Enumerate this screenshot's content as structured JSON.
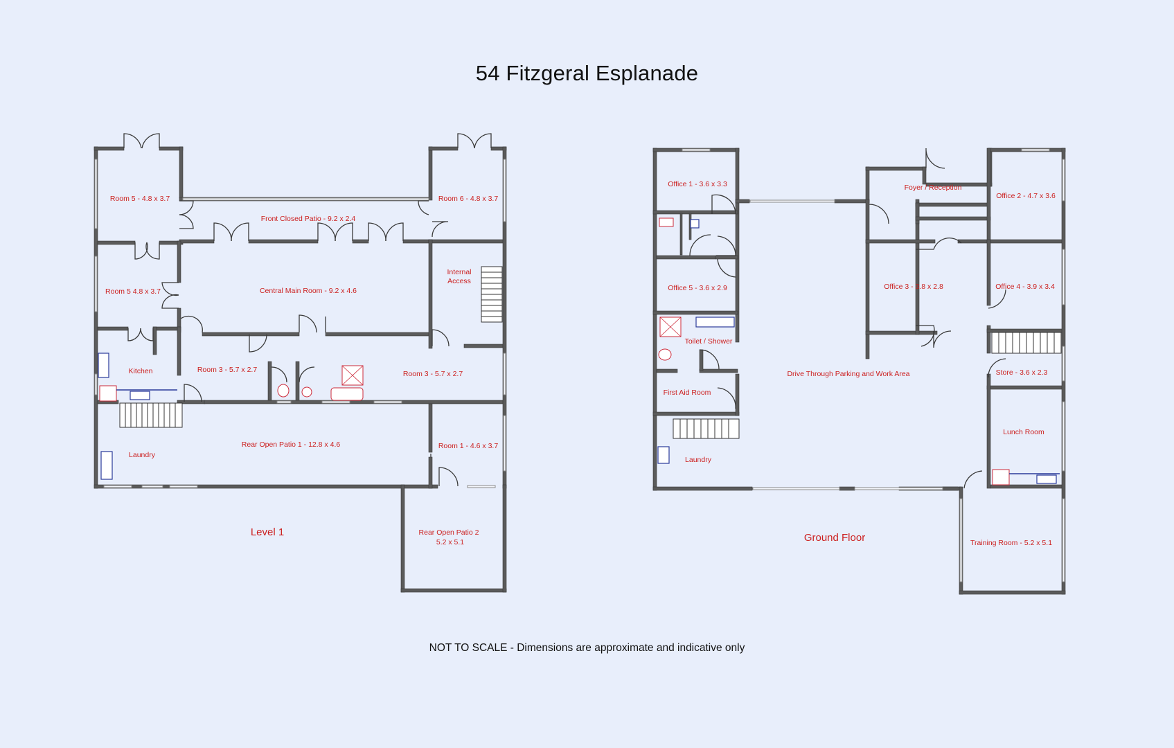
{
  "title": "54 Fitzgeral Esplanade",
  "disclaimer": "NOT TO SCALE - Dimensions are approximate and indicative only",
  "floors": [
    {
      "name": "Level 1",
      "rooms": [
        {
          "id": "room5a",
          "lines": [
            "Room 5 - 4.8 x 3.7"
          ]
        },
        {
          "id": "room6",
          "lines": [
            "Room 6 - 4.8 x 3.7"
          ]
        },
        {
          "id": "front-closed-patio",
          "lines": [
            "Front Closed Patio - 9.2 x 2.4"
          ]
        },
        {
          "id": "room5b",
          "lines": [
            "Room 5 4.8 x 3.7"
          ]
        },
        {
          "id": "central-main-room",
          "lines": [
            "Central Main Room - 9.2 x 4.6"
          ]
        },
        {
          "id": "internal-access",
          "lines": [
            "Internal",
            "Access"
          ]
        },
        {
          "id": "kitchen",
          "lines": [
            "Kitchen"
          ]
        },
        {
          "id": "room3a",
          "lines": [
            "Room 3 - 5.7 x 2.7"
          ]
        },
        {
          "id": "room3b",
          "lines": [
            "Room 3 - 5.7 x 2.7"
          ]
        },
        {
          "id": "laundry-l1",
          "lines": [
            "Laundry"
          ]
        },
        {
          "id": "rear-open-patio-1",
          "lines": [
            "Rear Open Patio 1 - 12.8 x 4.6"
          ]
        },
        {
          "id": "room1",
          "lines": [
            "Room 1 - 4.6 x 3.7"
          ]
        },
        {
          "id": "rear-open-patio-2",
          "lines": [
            "Rear Open Patio 2",
            "5.2 x 5.1"
          ]
        }
      ]
    },
    {
      "name": "Ground Floor",
      "rooms": [
        {
          "id": "office1",
          "lines": [
            "Office 1 - 3.6 x 3.3"
          ]
        },
        {
          "id": "foyer",
          "lines": [
            "Foyer / Reception"
          ]
        },
        {
          "id": "office2",
          "lines": [
            "Office 2 - 4.7 x 3.6"
          ]
        },
        {
          "id": "office5",
          "lines": [
            "Office 5 - 3.6 x 2.9"
          ]
        },
        {
          "id": "office3",
          "lines": [
            "Office 3 - 3.8 x 2.8"
          ]
        },
        {
          "id": "office4",
          "lines": [
            "Office 4 - 3.9 x 3.4"
          ]
        },
        {
          "id": "toilet-shower",
          "lines": [
            "Toilet / Shower"
          ]
        },
        {
          "id": "drive-through",
          "lines": [
            "Drive Through Parking and Work Area"
          ]
        },
        {
          "id": "store",
          "lines": [
            "Store - 3.6 x 2.3"
          ]
        },
        {
          "id": "first-aid",
          "lines": [
            "First Aid Room"
          ]
        },
        {
          "id": "lunch-room",
          "lines": [
            "Lunch Room"
          ]
        },
        {
          "id": "laundry-gf",
          "lines": [
            "Laundry"
          ]
        },
        {
          "id": "training-room",
          "lines": [
            "Training Room - 5.2 x 5.1"
          ]
        }
      ]
    }
  ],
  "colors": {
    "background": "#e8eefb",
    "wall": "#5b5b5b",
    "label": "#cc1f1f",
    "text": "#111111"
  }
}
